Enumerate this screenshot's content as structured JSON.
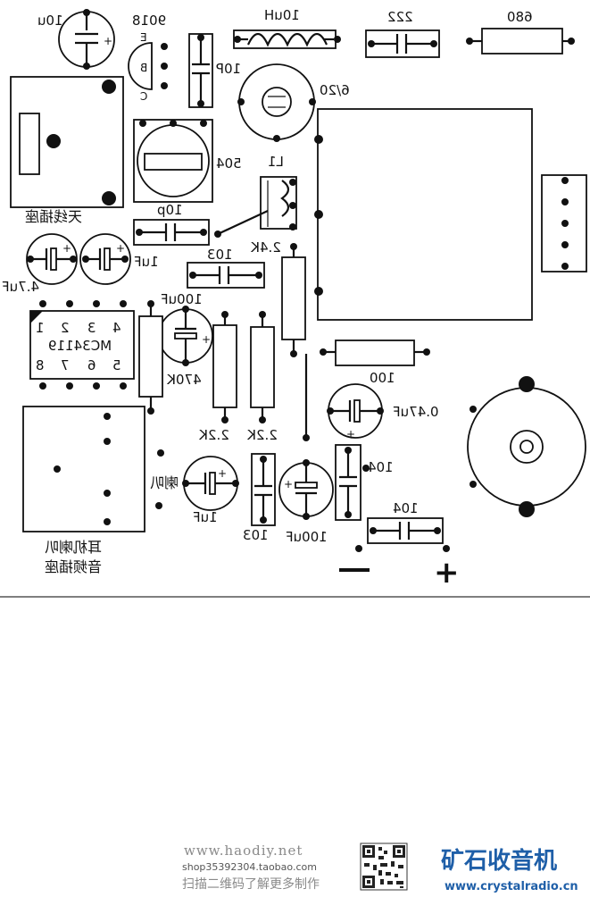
{
  "components": {
    "c_10u": "10u",
    "q_9018": "9018",
    "q_pin_e": "E",
    "q_pin_b": "B",
    "q_pin_c": "C",
    "c_10p_top": "10P",
    "l_10uh": "10uH",
    "c_222": "222",
    "r_680": "680",
    "vc_620": "6/20",
    "l1": "L1",
    "rp_504": "504",
    "antenna_jack": "天线插座",
    "c_10p_mid": "10p",
    "c_47uf": "4.7uF",
    "c_1uf_left": "1uF",
    "c_103_top": "103",
    "r_24k": "2.4K",
    "c_100uf_left": "100uF",
    "ic_name": "MC34119",
    "ic_pins_top": [
      "1",
      "2",
      "3",
      "4"
    ],
    "ic_pins_bottom": [
      "8",
      "7",
      "6",
      "5"
    ],
    "r_470k": "470K",
    "r_100": "100",
    "c_047uf": "0.47uF",
    "r_22k_a": "2.2K",
    "r_22k_b": "2.2K",
    "c_104_right": "104",
    "speaker_label": "喇叭",
    "c_1uf_bottom": "1uF",
    "c_103_bottom": "103",
    "c_100uf_bottom": "100uF",
    "c_104_bottom": "104",
    "jack_line1": "耳机喇叭",
    "jack_line2": "音频插座",
    "minus": "−",
    "plus": "+"
  },
  "footer": {
    "site": "www.haodiy.net",
    "shop": "shop35392304.taobao.com",
    "scan_text": "扫描二维码了解更多制作",
    "brand": "矿石收音机",
    "brand_url": "www.crystalradio.cn"
  }
}
